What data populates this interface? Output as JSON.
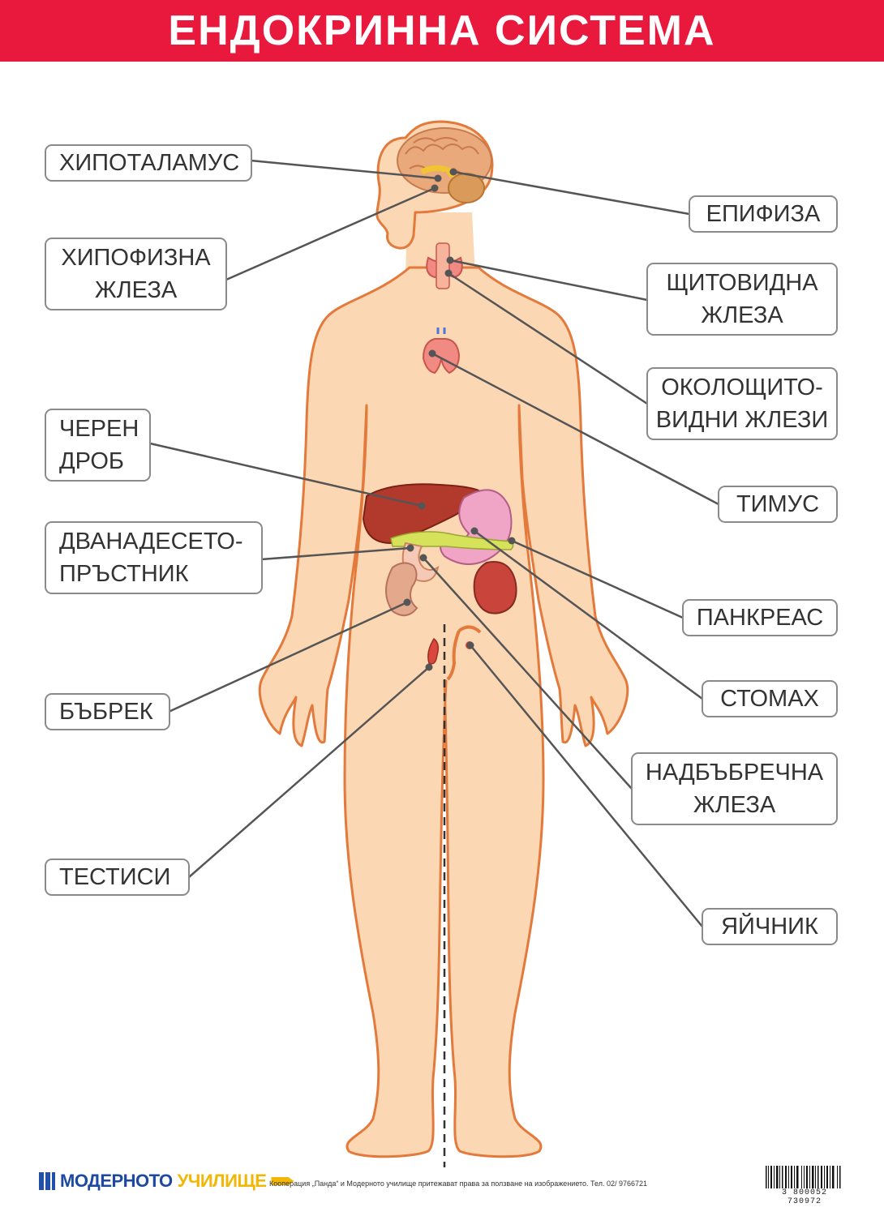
{
  "title": "ЕНДОКРИННА СИСТЕМА",
  "colors": {
    "header": "#e8193c",
    "skin": "#fcd7b4",
    "outline": "#e37a3c",
    "leader": "#555555"
  },
  "labels": {
    "hypothalamus": {
      "line1": "ХИПОТАЛАМУС"
    },
    "pituitary": {
      "line1": "ХИПОФИЗНА",
      "line2": "ЖЛЕЗА"
    },
    "liver": {
      "line1": "ЧЕРЕН",
      "line2": "ДРОБ"
    },
    "duodenum": {
      "line1": "ДВАНАДЕСЕТО-",
      "line2": "ПРЪСТНИК"
    },
    "kidney": {
      "line1": "БЪБРЕК"
    },
    "testes": {
      "line1": "ТЕСТИСИ"
    },
    "pineal": {
      "line1": "ЕПИФИЗА"
    },
    "thyroid": {
      "line1": "ЩИТОВИДНА",
      "line2": "ЖЛЕЗА"
    },
    "parathyroid": {
      "line1": "ОКОЛОЩИТО-",
      "line2": "ВИДНИ ЖЛЕЗИ"
    },
    "thymus": {
      "line1": "ТИМУС"
    },
    "pancreas": {
      "line1": "ПАНКРЕАС"
    },
    "stomach": {
      "line1": "СТОМАХ"
    },
    "adrenal": {
      "line1": "НАДБЪБРЕЧНА",
      "line2": "ЖЛЕЗА"
    },
    "ovary": {
      "line1": "ЯЙЧНИК"
    }
  },
  "footer": {
    "logo_part1": "МОДЕРНОТО",
    "logo_part2": "УЧИЛИЩЕ",
    "copyright": "Кооперация „Панда“ и Модерното училище притежават права за ползване на изображението. Тел. 02/ 9766721",
    "barcode_number": "3 800052 730972"
  }
}
